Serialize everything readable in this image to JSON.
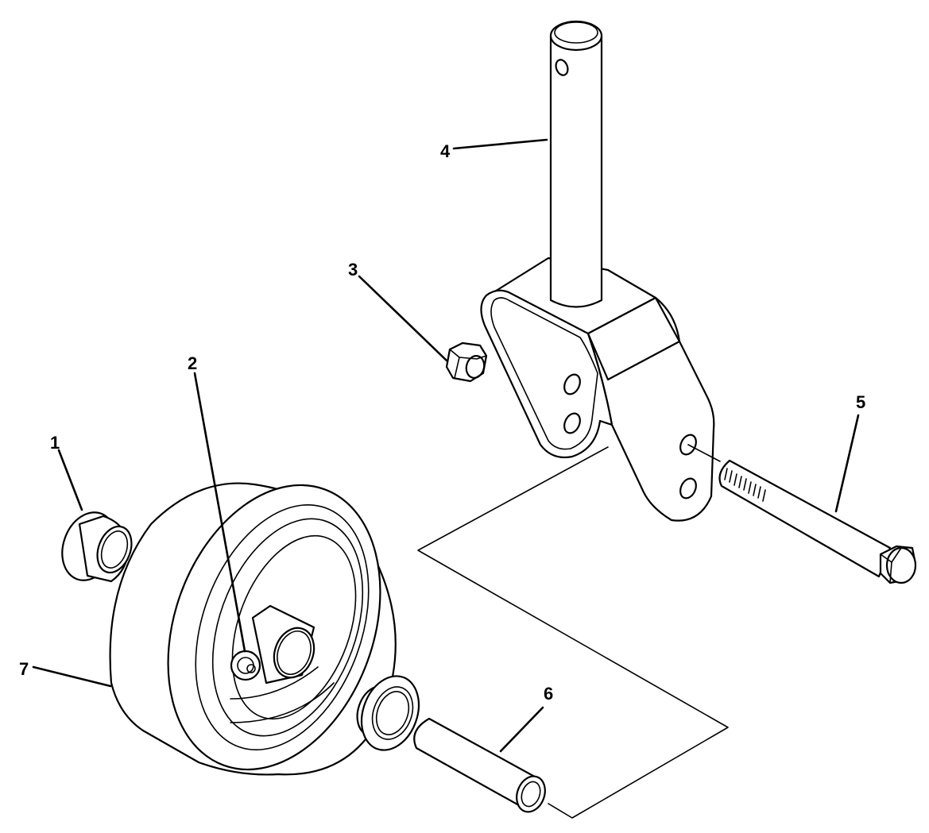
{
  "diagram": {
    "type": "exploded-parts-illustration",
    "subject": "caster wheel assembly",
    "callouts": [
      {
        "id": "1",
        "label": "1",
        "part": "flanged bushing"
      },
      {
        "id": "2",
        "label": "2",
        "part": "grease fitting"
      },
      {
        "id": "3",
        "label": "3",
        "part": "lock nut"
      },
      {
        "id": "4",
        "label": "4",
        "part": "caster fork with spindle"
      },
      {
        "id": "5",
        "label": "5",
        "part": "bolt"
      },
      {
        "id": "6",
        "label": "6",
        "part": "spacer tube"
      },
      {
        "id": "7",
        "label": "7",
        "part": "wheel"
      }
    ],
    "colors": {
      "line": "#000000",
      "background": "#ffffff"
    }
  }
}
